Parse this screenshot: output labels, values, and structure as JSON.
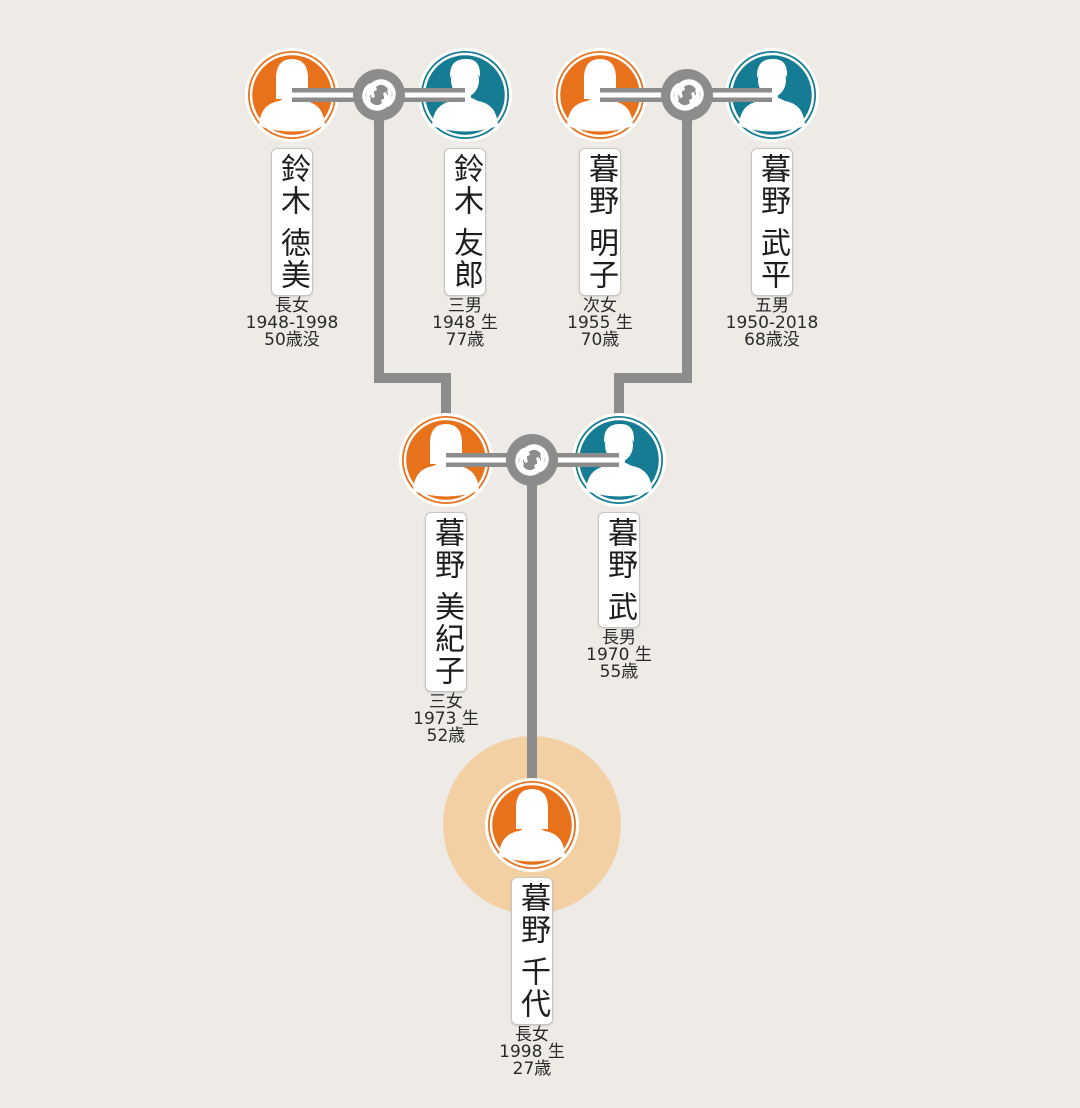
{
  "colors": {
    "background": "#eeebe7",
    "female": "#e8711c",
    "male": "#157c93",
    "line": "#8c8c8c",
    "highlight": "#f3d0a3"
  },
  "people": {
    "suzuki_tokumi": {
      "gender": "female",
      "icon": "female-avatar-icon",
      "name": [
        "鈴木",
        "徳美"
      ],
      "relation": "長女",
      "years": "1948-1998",
      "age": "50歳没"
    },
    "suzuki_tomoro": {
      "gender": "male",
      "icon": "male-avatar-icon",
      "name": [
        "鈴木",
        "友郎"
      ],
      "relation": "三男",
      "years": "1948 生",
      "age": "77歳"
    },
    "kureno_akiko": {
      "gender": "female",
      "icon": "female-avatar-icon",
      "name": [
        "暮野",
        "明子"
      ],
      "relation": "次女",
      "years": "1955 生",
      "age": "70歳"
    },
    "kureno_buhei": {
      "gender": "male",
      "icon": "male-avatar-icon",
      "name": [
        "暮野",
        "武平"
      ],
      "relation": "五男",
      "years": "1950-2018",
      "age": "68歳没"
    },
    "kureno_mikiko": {
      "gender": "female",
      "icon": "female-avatar-icon",
      "name": [
        "暮野",
        "美紀子"
      ],
      "relation": "三女",
      "years": "1973 生",
      "age": "52歳"
    },
    "kureno_takeshi": {
      "gender": "male",
      "icon": "male-avatar-icon",
      "name": [
        "暮野",
        "武"
      ],
      "relation": "長男",
      "years": "1970 生",
      "age": "55歳"
    },
    "kureno_chiyo": {
      "gender": "female",
      "icon": "female-avatar-icon",
      "name": [
        "暮野",
        "千代"
      ],
      "relation": "長女",
      "years": "1998 生",
      "age": "27歳",
      "highlighted": true
    }
  },
  "marriages": [
    {
      "icon": "marriage-rings-icon",
      "partners": [
        "suzuki_tokumi",
        "suzuki_tomoro"
      ]
    },
    {
      "icon": "marriage-rings-icon",
      "partners": [
        "kureno_akiko",
        "kureno_buhei"
      ]
    },
    {
      "icon": "marriage-rings-icon",
      "partners": [
        "kureno_mikiko",
        "kureno_takeshi"
      ]
    }
  ],
  "parentage": [
    {
      "parents": 0,
      "child": "kureno_mikiko"
    },
    {
      "parents": 1,
      "child": "kureno_takeshi"
    },
    {
      "parents": 2,
      "child": "kureno_chiyo"
    }
  ]
}
